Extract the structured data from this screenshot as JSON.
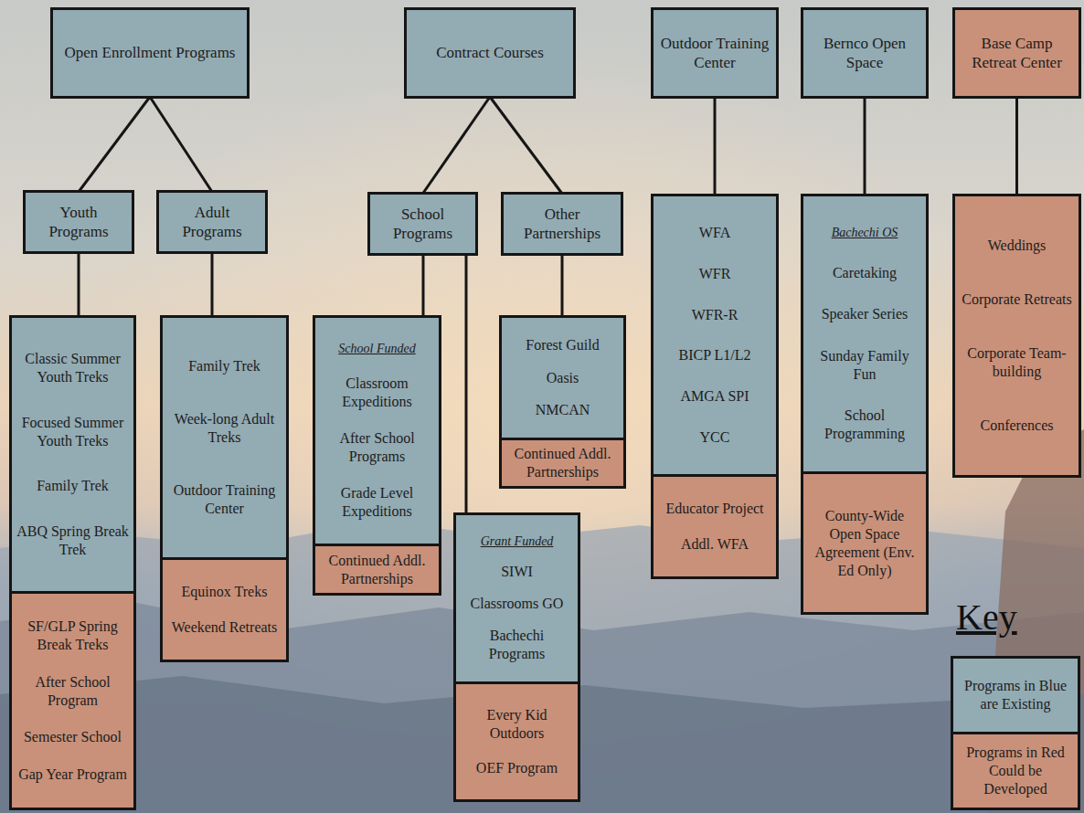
{
  "diagram": {
    "nodes": [
      {
        "text": [
          "Open Enrollment Programs"
        ]
      },
      {
        "text": [
          "Contract Courses"
        ]
      },
      {
        "text": [
          "Outdoor Training Center"
        ]
      },
      {
        "text": [
          "Bernco Open Space"
        ]
      },
      {
        "text": [
          "Base Camp Retreat Center"
        ]
      },
      {
        "text": [
          "Youth Programs"
        ]
      },
      {
        "text": [
          "Adult Programs"
        ]
      },
      {
        "text": [
          "School Programs"
        ]
      },
      {
        "text": [
          "Other Partnerships"
        ]
      },
      {
        "text": [
          "Classic Summer Youth Treks",
          "Focused Summer Youth Treks",
          "Family Trek",
          "ABQ Spring Break Trek"
        ]
      },
      {
        "text": [
          "SF/GLP Spring Break Treks",
          "After School Program",
          "Semester School",
          "Gap Year Program"
        ]
      },
      {
        "text": [
          "Family Trek",
          "Week-long Adult Treks",
          "Outdoor Training Center"
        ]
      },
      {
        "text": [
          "Equinox Treks",
          "Weekend Retreats"
        ]
      },
      {
        "text": [
          "School Funded",
          "Classroom Expeditions",
          "After School Programs",
          "Grade Level Expeditions"
        ]
      },
      {
        "text": [
          "Continued Addl. Partnerships"
        ]
      },
      {
        "text": [
          "Grant Funded",
          "SIWI",
          "Classrooms GO",
          "Bachechi Programs"
        ]
      },
      {
        "text": [
          "Every Kid Outdoors",
          "OEF Program"
        ]
      },
      {
        "text": [
          "Forest Guild",
          "Oasis",
          "NMCAN"
        ]
      },
      {
        "text": [
          "Continued Addl. Partnerships"
        ]
      },
      {
        "text": [
          "WFA",
          "WFR",
          "WFR-R",
          "BICP L1/L2",
          "AMGA SPI",
          "YCC"
        ]
      },
      {
        "text": [
          "Educator Project",
          "Addl. WFA"
        ]
      },
      {
        "text": [
          "Bachechi OS",
          "Caretaking",
          "Speaker Series",
          "Sunday Family Fun",
          "School Programming"
        ]
      },
      {
        "text": [
          "County-Wide Open Space Agreement (Env. Ed Only)"
        ]
      },
      {
        "text": [
          "Weddings",
          "Corporate Retreats",
          "Corporate Team-building",
          "Conferences"
        ]
      }
    ],
    "edges": [
      {
        "from": 0,
        "to": 5,
        "arrow": "none"
      },
      {
        "from": 0,
        "to": 6,
        "arrow": "none"
      },
      {
        "from": 1,
        "to": 7,
        "arrow": "none"
      },
      {
        "from": 1,
        "to": 8,
        "arrow": "none"
      },
      {
        "from": 5,
        "to": 9,
        "arrow": "none"
      },
      {
        "from": 6,
        "to": 11,
        "arrow": "none"
      },
      {
        "from": 7,
        "to": 13,
        "arrow": "none"
      },
      {
        "from": 7,
        "to": 15,
        "arrow": "none"
      },
      {
        "from": 8,
        "to": 17,
        "arrow": "none"
      },
      {
        "from": 2,
        "to": 19,
        "arrow": "none"
      },
      {
        "from": 3,
        "to": 21,
        "arrow": "none"
      },
      {
        "from": 4,
        "to": 23,
        "arrow": "none"
      }
    ],
    "labels": [
      "Key"
    ],
    "legend": [
      {
        "text": "Programs in Blue are Existing",
        "color": "#93abb3"
      },
      {
        "text": "Programs in Red Could be Developed",
        "color": "#c9917a"
      }
    ]
  }
}
